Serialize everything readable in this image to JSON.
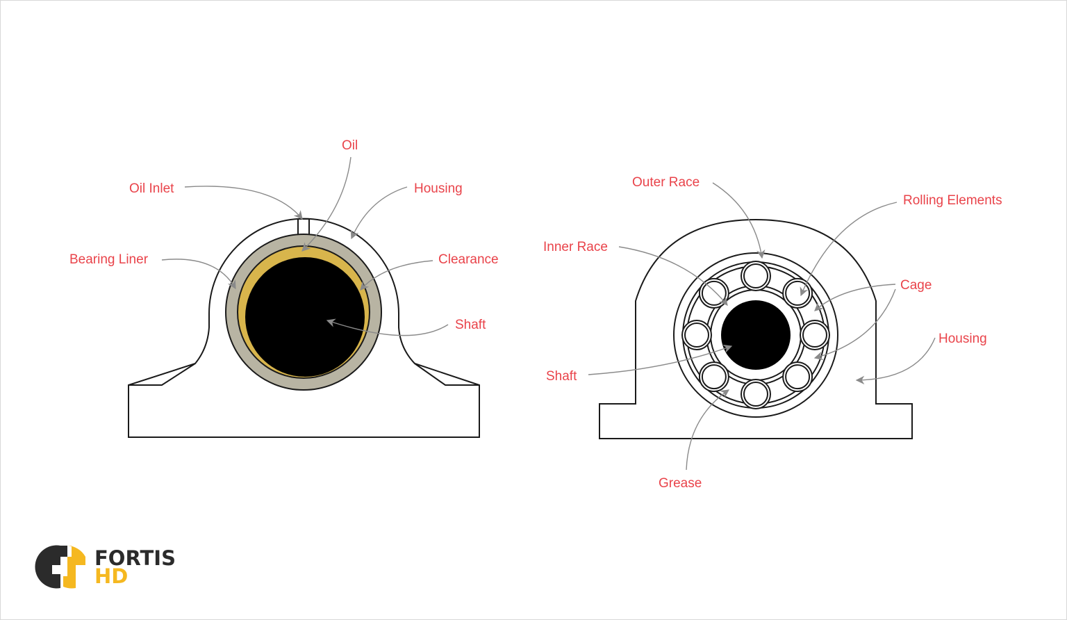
{
  "colors": {
    "label": "#e9434a",
    "liner": "#b8b4a3",
    "oil": "#d8b54c",
    "shaft": "#000000",
    "arrow": "#8a8a8a",
    "logo_dark": "#2b2b2b",
    "logo_yellow": "#f5b820"
  },
  "plain_bearing": {
    "labels": {
      "oil": "Oil",
      "oil_inlet": "Oil Inlet",
      "housing": "Housing",
      "bearing_liner": "Bearing Liner",
      "clearance": "Clearance",
      "shaft": "Shaft"
    }
  },
  "rolling_bearing": {
    "labels": {
      "outer_race": "Outer Race",
      "rolling_elements": "Rolling Elements",
      "inner_race": "Inner Race",
      "cage": "Cage",
      "housing": "Housing",
      "shaft": "Shaft",
      "grease": "Grease"
    }
  },
  "logo": {
    "line1": "FORTIS",
    "line2": "HD"
  }
}
